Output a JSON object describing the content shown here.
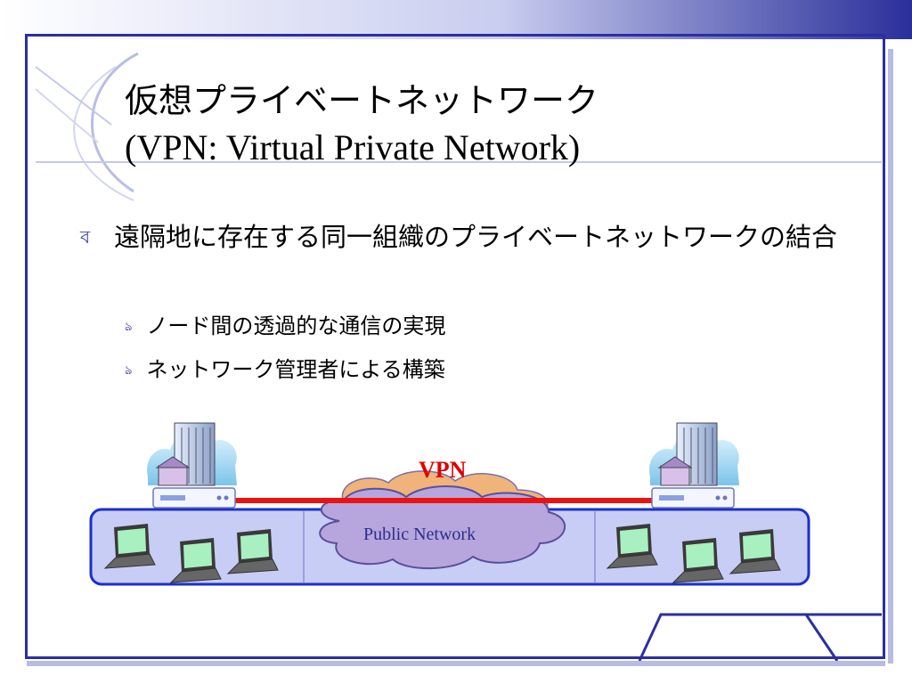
{
  "slide": {
    "title_jp": "仮想プライベートネットワーク",
    "title_en": "(VPN: Virtual Private Network)",
    "bullet_main": "遠隔地に存在する同一組織のプライベートネットワークの結合",
    "sub_bullets": [
      "ノード間の透過的な通信の実現",
      "ネットワーク管理者による構築"
    ],
    "bullet_mark_main": "ব",
    "bullet_mark_sub": "ঌ"
  },
  "diagram": {
    "vpn_label": "VPN",
    "public_network_label": "Public Network",
    "icons": {
      "building": "office-building-icon",
      "router": "router-icon",
      "laptop": "laptop-icon",
      "cloud": "cloud-icon"
    }
  },
  "colors": {
    "frame": "#2b2fa0",
    "vpn_line": "#ee1111",
    "lan_fill": "#c8cdf5",
    "lan_border": "#1a2fd0",
    "cloud_fill": "#b7a6dd",
    "cloud_top": "#f0b37a"
  }
}
